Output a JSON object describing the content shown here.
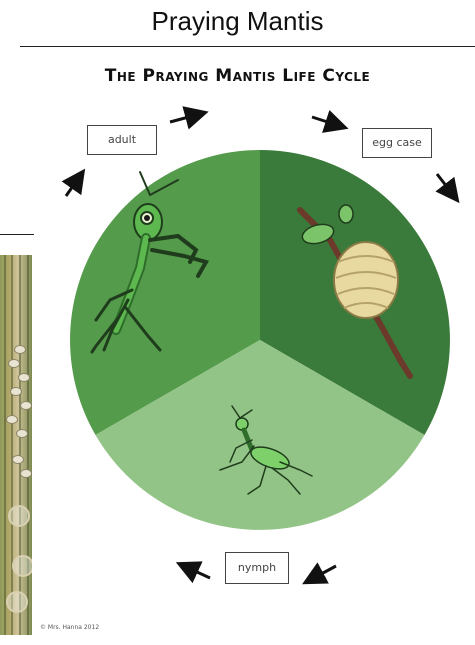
{
  "header": {
    "title": "Praying Mantis"
  },
  "cycle": {
    "heading": "The Praying Mantis Life Cycle",
    "stages": [
      {
        "id": "adult",
        "label": "adult"
      },
      {
        "id": "egg-case",
        "label": "egg case"
      },
      {
        "id": "nymph",
        "label": "nymph"
      }
    ],
    "arrow_order": [
      "adult",
      "egg case",
      "nymph",
      "adult"
    ],
    "colors": {
      "adult_section": "#559b4c",
      "egg_section": "#3a7a3a",
      "nymph_section": "#93c487"
    }
  },
  "footer": {
    "credit": "© Mrs. Hanna 2012"
  }
}
